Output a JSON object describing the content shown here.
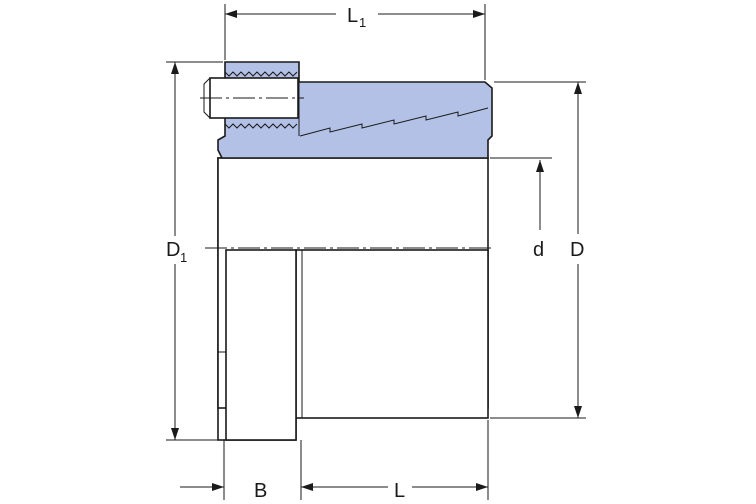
{
  "colors": {
    "sleeve_fill": "#b3c1e6",
    "line": "#1a1a1a",
    "background": "#ffffff"
  },
  "labels": {
    "L1": {
      "main": "L",
      "sub": "1"
    },
    "D1": {
      "main": "D",
      "sub": "1"
    },
    "d": "d",
    "D": "D",
    "B": "B",
    "L": "L"
  }
}
